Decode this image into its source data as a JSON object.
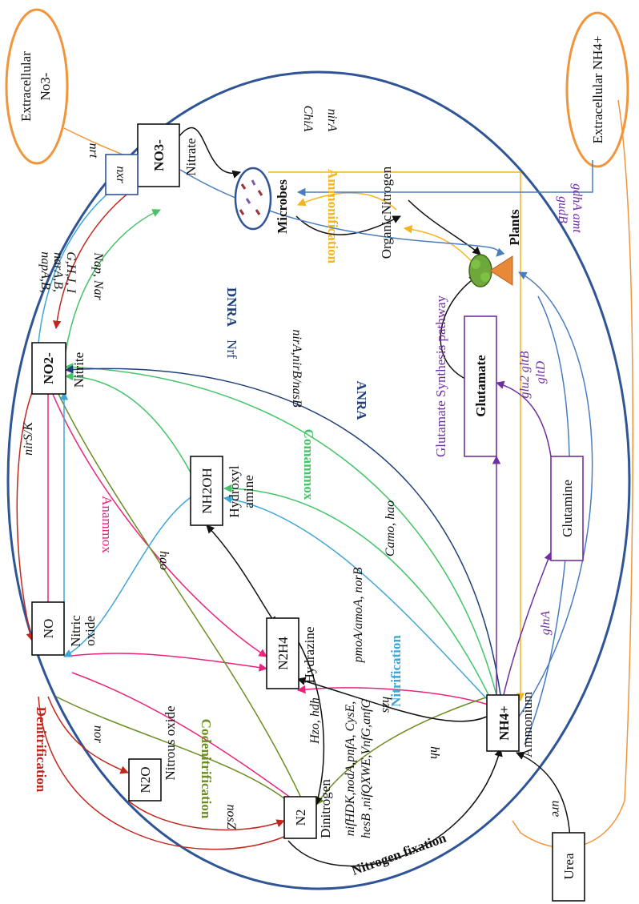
{
  "nodes": {
    "extracellular_no3": "Extracellular",
    "extracellular_no3_formula": "No3-",
    "extracellular_nh4": "Extracellular NH4+",
    "no3": "NO3-",
    "no3_name": "Nitrate",
    "no2": "NO2-",
    "no2_name": "Nitrite",
    "no": "NO",
    "no_name_1": "Nitric",
    "no_name_2": "oxide",
    "n2o": "N2O",
    "n2o_name": "Nitrous oxide",
    "n2": "N2",
    "n2_name": "Dinitrogen",
    "n2h4": "N2H4",
    "n2h4_name": "Hydrazine",
    "nh2oh": "NH2OH",
    "nh2oh_name_1": "Hydroxyl",
    "nh2oh_name_2": "amine",
    "nh4": "NH4+",
    "nh4_name": "Ammonium",
    "glutamine": "Glutamine",
    "glutamate": "Glutamate",
    "urea": "Urea",
    "microbes": "Microbes",
    "plants": "Plants",
    "organic_n_1": "Organic",
    "organic_n_2": "Nitrogen"
  },
  "pathways": {
    "denitrification": "Denitrification",
    "codenitrification": "Codenitrification",
    "anammox": "Anammox",
    "comammox": "Comammox",
    "nitrification": "Nitrification",
    "dnra": "DNRA",
    "anra": "ANRA",
    "nitrogen_fixation": "Nitrogen fixation",
    "ammonification": "Ammonification",
    "glutamate_synthesis": "Glutamate Synthesis pathway"
  },
  "genes": {
    "nrt": "nrt",
    "nxr": "nxr",
    "nap_nar_1": "napA,B,",
    "nap_nar_2": "narA,B,",
    "nap_nar_3": "G,H,J, I",
    "nap_nar_enz": "Nap, Nar",
    "nirs_k": "nirS/K",
    "hao_1": "hao",
    "nor": "nor",
    "nosz": "nosZ",
    "hzo_hdh": "Hzo, hdh",
    "hzs": "hzs",
    "hh": "hh",
    "pmoa_amoa_norb": "pmoA/amoA, norB",
    "camo_hao": "Camo, hao",
    "nira_nirb_nasb": "nirA,nirB/nasB",
    "nrf": "Nrf",
    "nira": "nirA",
    "chia": "ChiA",
    "glna": "glnA",
    "glu2_gltb": "glu2 gltB",
    "gltd": "gltD",
    "gudb_gdha_amt": "gudB",
    "gdha_amt": "gdhA amt",
    "nif_1": "nifHDK,nodA,pnfA, CysE,",
    "nif_2": "hesB ,nifQXWE,VnfG,anfG",
    "ure": "ure"
  },
  "colors": {
    "cell_border": "#2f5597",
    "orange": "#f0953b",
    "denitrification": "#c0281f",
    "anammox": "#e8257a",
    "comammox": "#45c467",
    "nitrification": "#3fa6d6",
    "dnra": "#1f3f7a",
    "ammonification": "#f5b31c",
    "purple": "#7030a0",
    "olive": "#6b8e23",
    "steel": "#4a7dbf"
  }
}
